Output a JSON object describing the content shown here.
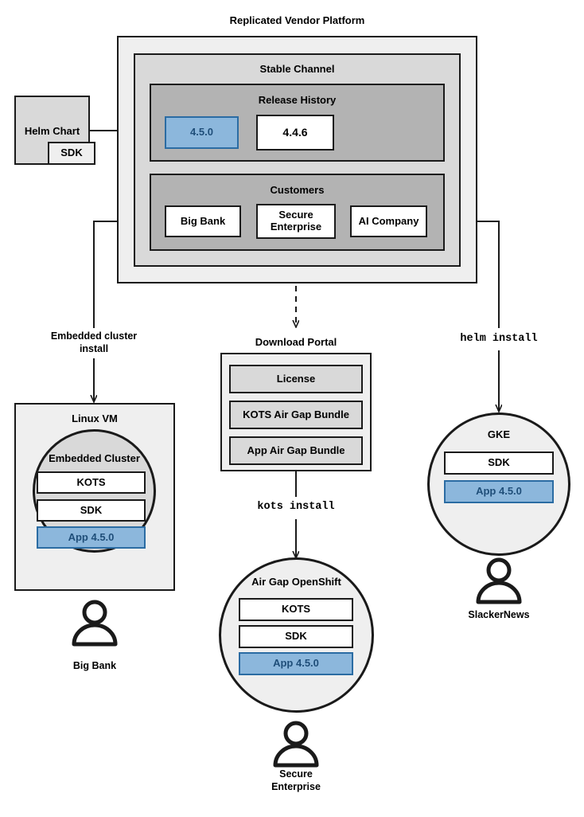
{
  "diagram": {
    "title": "Replicated Vendor Platform",
    "platform": {
      "channel_title": "Stable Channel",
      "release_history_title": "Release History",
      "releases": [
        {
          "version": "4.5.0",
          "highlighted": true
        },
        {
          "version": "4.4.6",
          "highlighted": false
        }
      ],
      "customers_title": "Customers",
      "customers": [
        "Big Bank",
        "Secure\nEnterprise",
        "AI Company"
      ]
    },
    "helm_chart": {
      "title": "Helm Chart",
      "sdk_label": "SDK"
    },
    "connector_labels": {
      "embedded_cluster_install": "Embedded cluster\ninstall",
      "kots_install": "kots install",
      "helm_install": "helm install"
    },
    "download_portal": {
      "title": "Download Portal",
      "items": [
        "License",
        "KOTS Air Gap Bundle",
        "App Air Gap Bundle"
      ]
    },
    "targets": [
      {
        "name": "linux-vm",
        "title": "Linux VM",
        "inner_title": "Embedded Cluster",
        "components": [
          {
            "label": "KOTS",
            "highlighted": false
          },
          {
            "label": "SDK",
            "highlighted": false
          },
          {
            "label": "App 4.5.0",
            "highlighted": true
          }
        ],
        "persona": "Big Bank"
      },
      {
        "name": "air-gap-openshift",
        "title": "Air Gap OpenShift",
        "components": [
          {
            "label": "KOTS",
            "highlighted": false
          },
          {
            "label": "SDK",
            "highlighted": false
          },
          {
            "label": "App 4.5.0",
            "highlighted": true
          }
        ],
        "persona": "Secure\nEnterprise"
      },
      {
        "name": "gke",
        "title": "GKE",
        "components": [
          {
            "label": "SDK",
            "highlighted": false
          },
          {
            "label": "App 4.5.0",
            "highlighted": true
          }
        ],
        "persona": "SlackerNews"
      }
    ],
    "colors": {
      "accent_blue_fill": "#8cb7dc",
      "accent_blue_border": "#2b6ca3",
      "accent_blue_text": "#1f4e79",
      "stroke": "#1a1a1a",
      "platform_bg": "#f2f2f2",
      "channel_bg": "#d9d9d9",
      "release_bg": "#b3b3b3",
      "customers_bg": "#b3b3b3"
    }
  }
}
